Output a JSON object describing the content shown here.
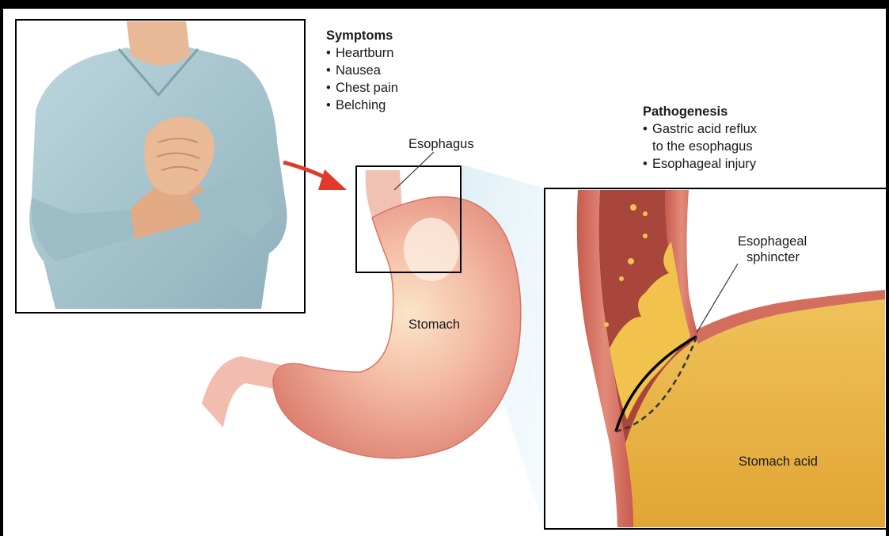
{
  "symptoms": {
    "heading": "Symptoms",
    "items": [
      "Heartburn",
      "Nausea",
      "Chest pain",
      "Belching"
    ]
  },
  "pathogenesis": {
    "heading": "Pathogenesis",
    "items": [
      "Gastric acid reflux",
      "to the esophagus",
      "Esophageal injury"
    ]
  },
  "labels": {
    "esophagus": "Esophagus",
    "stomach": "Stomach",
    "sphincter_line1": "Esophageal",
    "sphincter_line2": "sphincter",
    "stomach_acid": "Stomach acid"
  },
  "bullet": "•",
  "colors": {
    "border": "#000000",
    "stomach": "#ec9a8c",
    "stomach_wall": "#c5645a",
    "acid": "#e8b13a",
    "arrow": "#e23a2a",
    "shirt": "#a9c6cf",
    "skin": "#e9b896"
  }
}
